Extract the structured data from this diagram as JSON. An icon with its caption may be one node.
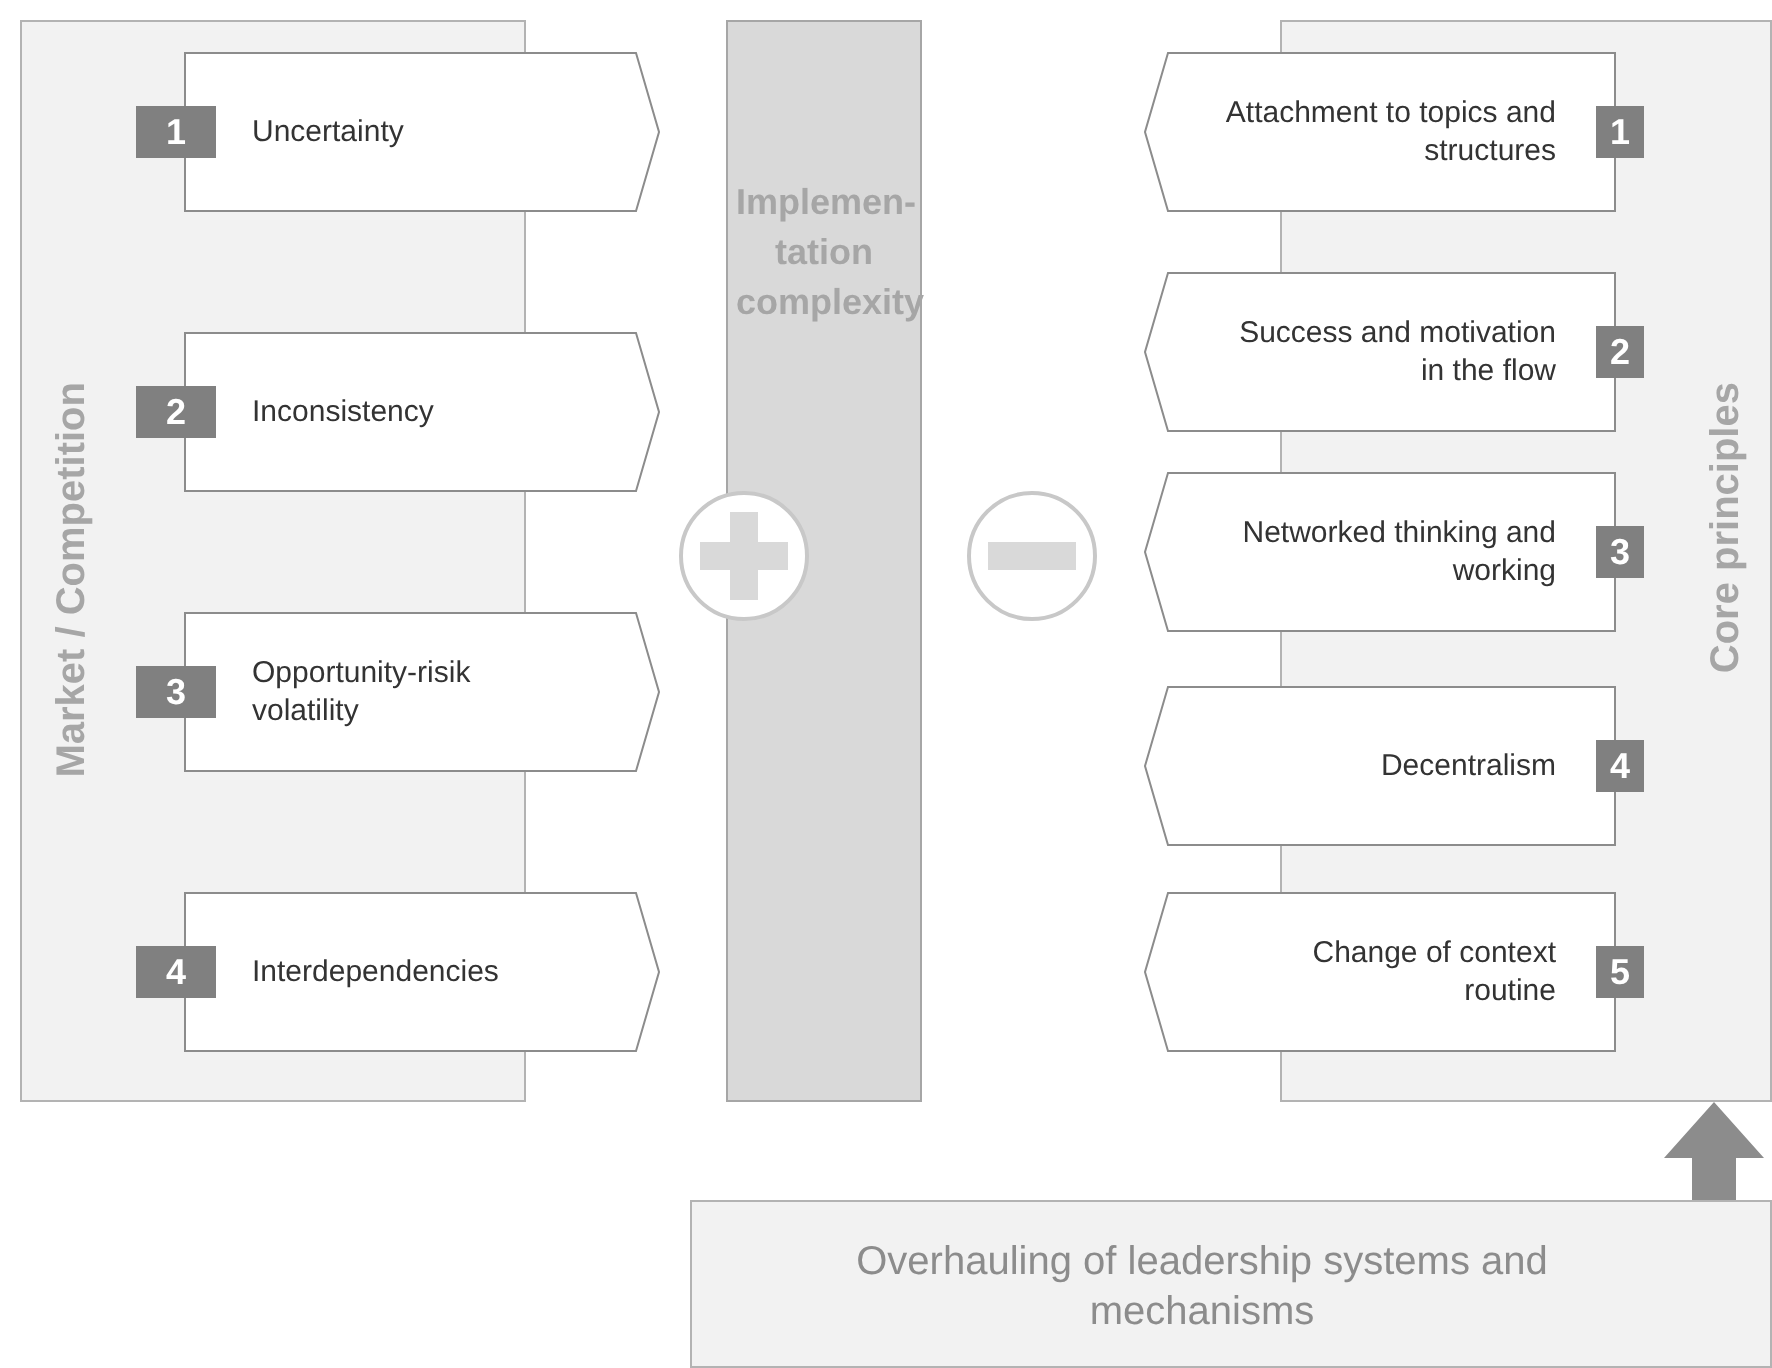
{
  "diagram": {
    "nodes": [
      {
        "text": [
          "Market / Competition"
        ]
      },
      {
        "text": [
          "1"
        ],
        "in": 0
      },
      {
        "text": [
          "Uncertainty"
        ]
      },
      {
        "text": [
          "2"
        ],
        "in": 0
      },
      {
        "text": [
          "Inconsistency"
        ]
      },
      {
        "text": [
          "3"
        ],
        "in": 0
      },
      {
        "text": [
          "Opportunity-risik volatility"
        ]
      },
      {
        "text": [
          "4"
        ],
        "in": 0
      },
      {
        "text": [
          "Interdependencies"
        ]
      },
      {
        "text": [
          "Implemen- tation complexity"
        ]
      },
      {
        "text": [],
        "shape": "circle"
      },
      {
        "text": [],
        "shape": "circle"
      },
      {
        "text": [
          "Core principles"
        ]
      },
      {
        "text": [
          "Attachment to topics and structures"
        ]
      },
      {
        "text": [
          "1"
        ],
        "in": 12
      },
      {
        "text": [
          "Success and motivation in the flow"
        ]
      },
      {
        "text": [
          "2"
        ],
        "in": 12
      },
      {
        "text": [
          "Networked thinking and working"
        ]
      },
      {
        "text": [
          "3"
        ],
        "in": 12
      },
      {
        "text": [
          "Decentralism"
        ]
      },
      {
        "text": [
          "4"
        ],
        "in": 12
      },
      {
        "text": [
          "Change of context routine"
        ]
      },
      {
        "text": [
          "5"
        ],
        "in": 12
      },
      {
        "text": [
          "Overhauling of leadership systems and mechanisms"
        ]
      }
    ],
    "edges": [
      {
        "from": 23,
        "to": 12,
        "arrow": "to",
        "style": "thick"
      }
    ]
  }
}
